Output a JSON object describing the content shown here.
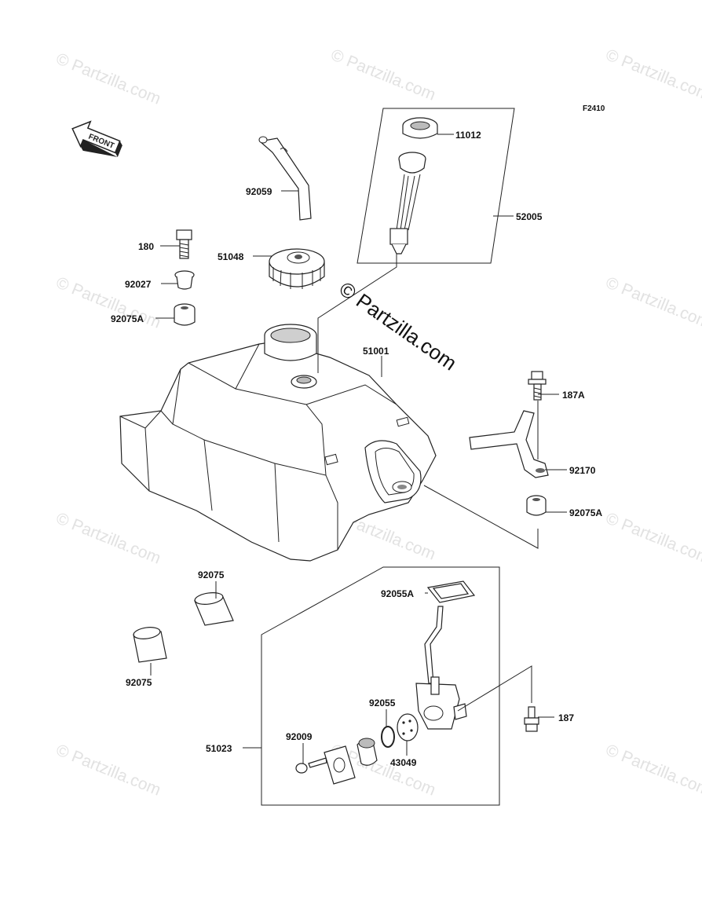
{
  "diagram": {
    "code": "F2410",
    "watermark": "© Partzilla.com",
    "watermark_center": "© Partzilla.com",
    "front_label": "FRONT",
    "parts": [
      {
        "id": "11012",
        "label": "11012"
      },
      {
        "id": "52005",
        "label": "52005"
      },
      {
        "id": "92059",
        "label": "92059"
      },
      {
        "id": "180",
        "label": "180"
      },
      {
        "id": "51048",
        "label": "51048"
      },
      {
        "id": "92027",
        "label": "92027"
      },
      {
        "id": "92075A-top",
        "label": "92075A"
      },
      {
        "id": "51001",
        "label": "51001"
      },
      {
        "id": "187A",
        "label": "187A"
      },
      {
        "id": "92170",
        "label": "92170"
      },
      {
        "id": "92075A-right",
        "label": "92075A"
      },
      {
        "id": "92075-upper",
        "label": "92075"
      },
      {
        "id": "92075-lower",
        "label": "92075"
      },
      {
        "id": "92055A",
        "label": "92055A"
      },
      {
        "id": "92055",
        "label": "92055"
      },
      {
        "id": "187",
        "label": "187"
      },
      {
        "id": "51023",
        "label": "51023"
      },
      {
        "id": "92009",
        "label": "92009"
      },
      {
        "id": "43049",
        "label": "43049"
      }
    ]
  }
}
